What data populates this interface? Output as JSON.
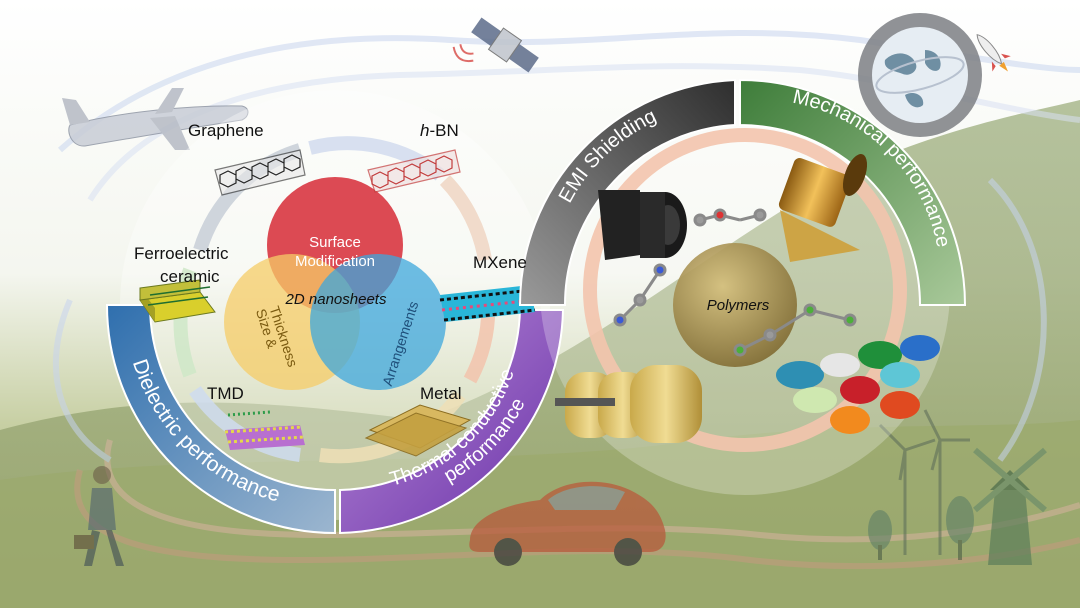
{
  "materials": {
    "graphene": "Graphene",
    "hbn_italic": "h",
    "hbn_rest": "-BN",
    "mxene": "MXene",
    "ferroelectric_line1": "Ferroelectric",
    "ferroelectric_line2": "ceramic",
    "tmd": "TMD",
    "metal": "Metal"
  },
  "venn": {
    "surface_line1": "Surface",
    "surface_line2": "Modification",
    "center": "2D nanosheets",
    "size_line1": "Size &",
    "size_line2": "Thickness",
    "arrangements": "Arrangements"
  },
  "performance_arcs": {
    "dielectric": "Dielectric performance",
    "thermal_line1": "Thermal conductive",
    "thermal_line2": "performance",
    "emi": "EMI Shielding",
    "mechanical": "Mechanical performance"
  },
  "polymers": {
    "label": "Polymers"
  },
  "colors": {
    "surface": "#d7313c",
    "size": "#f6cc67",
    "arrangements": "#3ea7dc",
    "dielectric": "#3f7fb8",
    "thermal": "#7b43b5",
    "emi": "#6f6f6f",
    "mechanical": "#5d9450",
    "polymer_ring": "#f3c4ad"
  },
  "icons": [
    "airplane-icon",
    "satellite-icon",
    "globe-icon",
    "rocket-icon",
    "businessman-icon",
    "car-icon",
    "wind-turbine-icon",
    "windmill-icon",
    "tree-icon"
  ]
}
